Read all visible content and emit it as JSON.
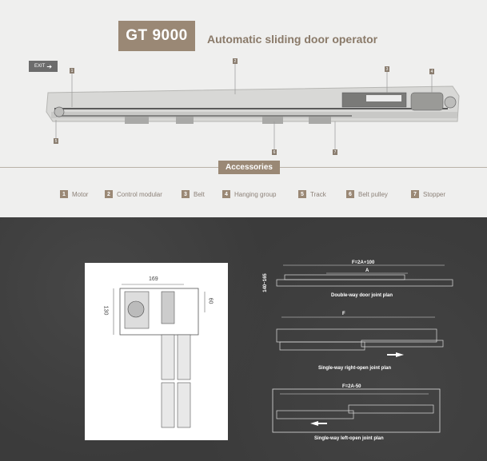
{
  "header": {
    "model": "GT 9000",
    "subtitle": "Automatic sliding door operator",
    "exit_sign": "EXIT",
    "section_label": "Accessories"
  },
  "callouts": [
    "1",
    "2",
    "3",
    "4",
    "5",
    "6",
    "7"
  ],
  "accessories": [
    {
      "num": "1",
      "label": "Motor"
    },
    {
      "num": "2",
      "label": "Control modular"
    },
    {
      "num": "3",
      "label": "Belt"
    },
    {
      "num": "4",
      "label": "Hanging group"
    },
    {
      "num": "5",
      "label": "Track"
    },
    {
      "num": "6",
      "label": "Belt pulley"
    },
    {
      "num": "7",
      "label": "Stopper"
    }
  ],
  "section_drawing": {
    "width_dim": "169",
    "height_dim": "130",
    "small_dim": "60"
  },
  "joint_plans": [
    {
      "formula": "F=2A+100",
      "inner": "A",
      "side_dim": "140~165",
      "caption": "Double-way door joint plan"
    },
    {
      "formula": "F",
      "caption": "Single-way right-open joint plan"
    },
    {
      "formula": "F=2A-50",
      "caption": "Single-way left-open joint plan"
    }
  ],
  "colors": {
    "accent": "#9a8875",
    "dark_bg": "#3b3b3b"
  }
}
